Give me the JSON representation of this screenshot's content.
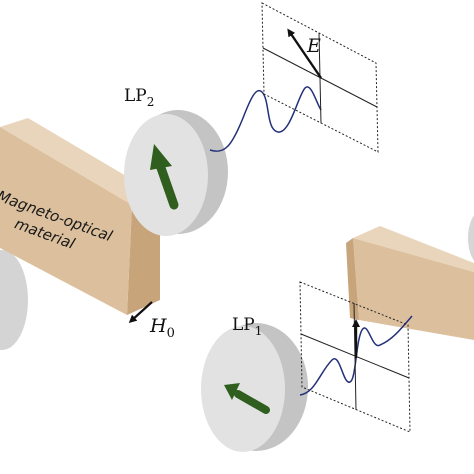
{
  "labels": {
    "lp2_base": "LP",
    "lp2_sub": "2",
    "lp1_base": "LP",
    "lp1_sub": "1",
    "efield": "E",
    "h_base": "H",
    "h_sub": "0",
    "material_line1": "Magneto-optical",
    "material_line2": "material"
  },
  "colors": {
    "block_front": "#dcc09e",
    "block_side": "#c8a47b",
    "block_top": "#e9d5bb",
    "polarizer_face": "#e2e2e2",
    "polarizer_edge": "#c4c4c4",
    "arrow_green": "#2f5e1e",
    "wave": "#24307a",
    "grid": "#222222",
    "background": "#ffffff"
  },
  "icons": {
    "polarization_arrow": "green-arrow-icon",
    "field_arrow": "black-arrow-icon"
  }
}
